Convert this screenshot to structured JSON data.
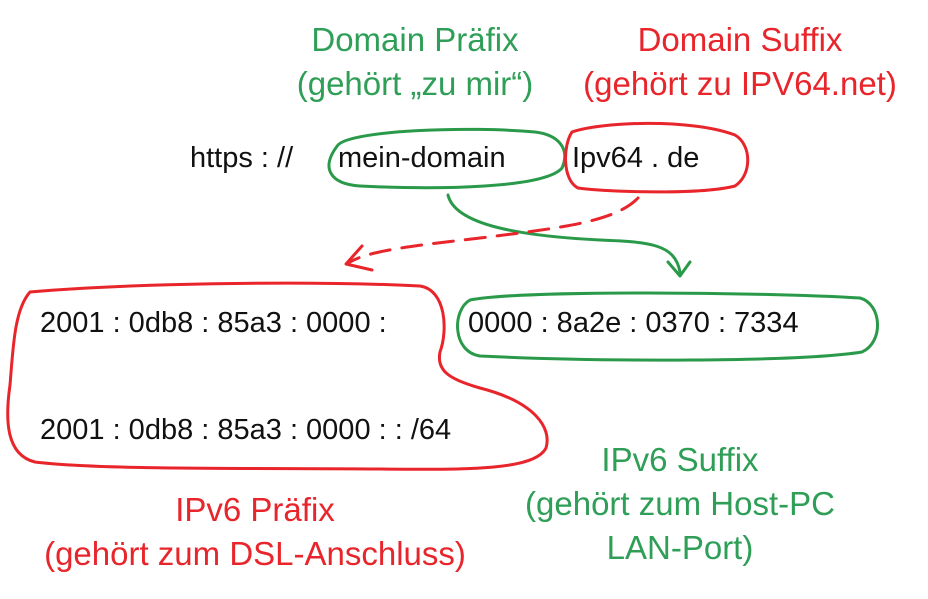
{
  "labels": {
    "domain_prefix": {
      "title": "Domain Präfix",
      "sub": "(gehört „zu mir“)"
    },
    "domain_suffix": {
      "title": "Domain Suffix",
      "sub": "(gehört zu IPV64.net)"
    },
    "ipv6_prefix": {
      "title": "IPv6 Präfix",
      "sub": "(gehört zum DSL-Anschluss)"
    },
    "ipv6_suffix": {
      "title": "IPv6 Suffix",
      "line2": "(gehört zum Host-PC",
      "line3": "LAN-Port)"
    }
  },
  "url": {
    "scheme": "https : //",
    "prefix": "mein-domain",
    "suffix": "Ipv64 . de"
  },
  "addresses": {
    "full_prefix": "2001 : 0db8 : 85a3 : 0000 :",
    "full_suffix": "0000 : 8a2e : 0370 : 7334",
    "network": "2001 : 0db8 : 85a3 : 0000 : : /64"
  },
  "colors": {
    "green": "#2f9e57",
    "red": "#e8252b",
    "text": "#111111"
  }
}
